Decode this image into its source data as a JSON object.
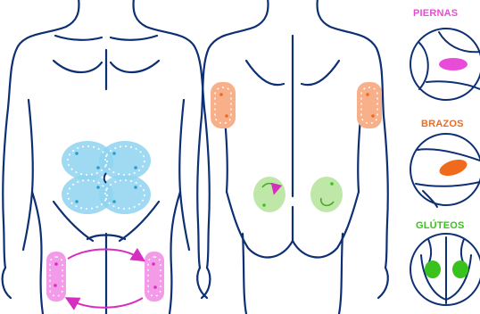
{
  "labels": {
    "legs": "PIERNAS",
    "arms": "BRAZOS",
    "glutes": "GLÚTEOS"
  },
  "colors": {
    "outline": "#0d2f73",
    "legs": "#e84bd8",
    "arms": "#f06a1c",
    "glutes": "#39c21b",
    "abdomen": "#8fd3f0",
    "rotation_arrow": "#d62fbf"
  },
  "icons": [
    "body-front",
    "body-back",
    "rotation-arrow",
    "thigh-close-up",
    "arm-close-up",
    "glutes-close-up"
  ]
}
